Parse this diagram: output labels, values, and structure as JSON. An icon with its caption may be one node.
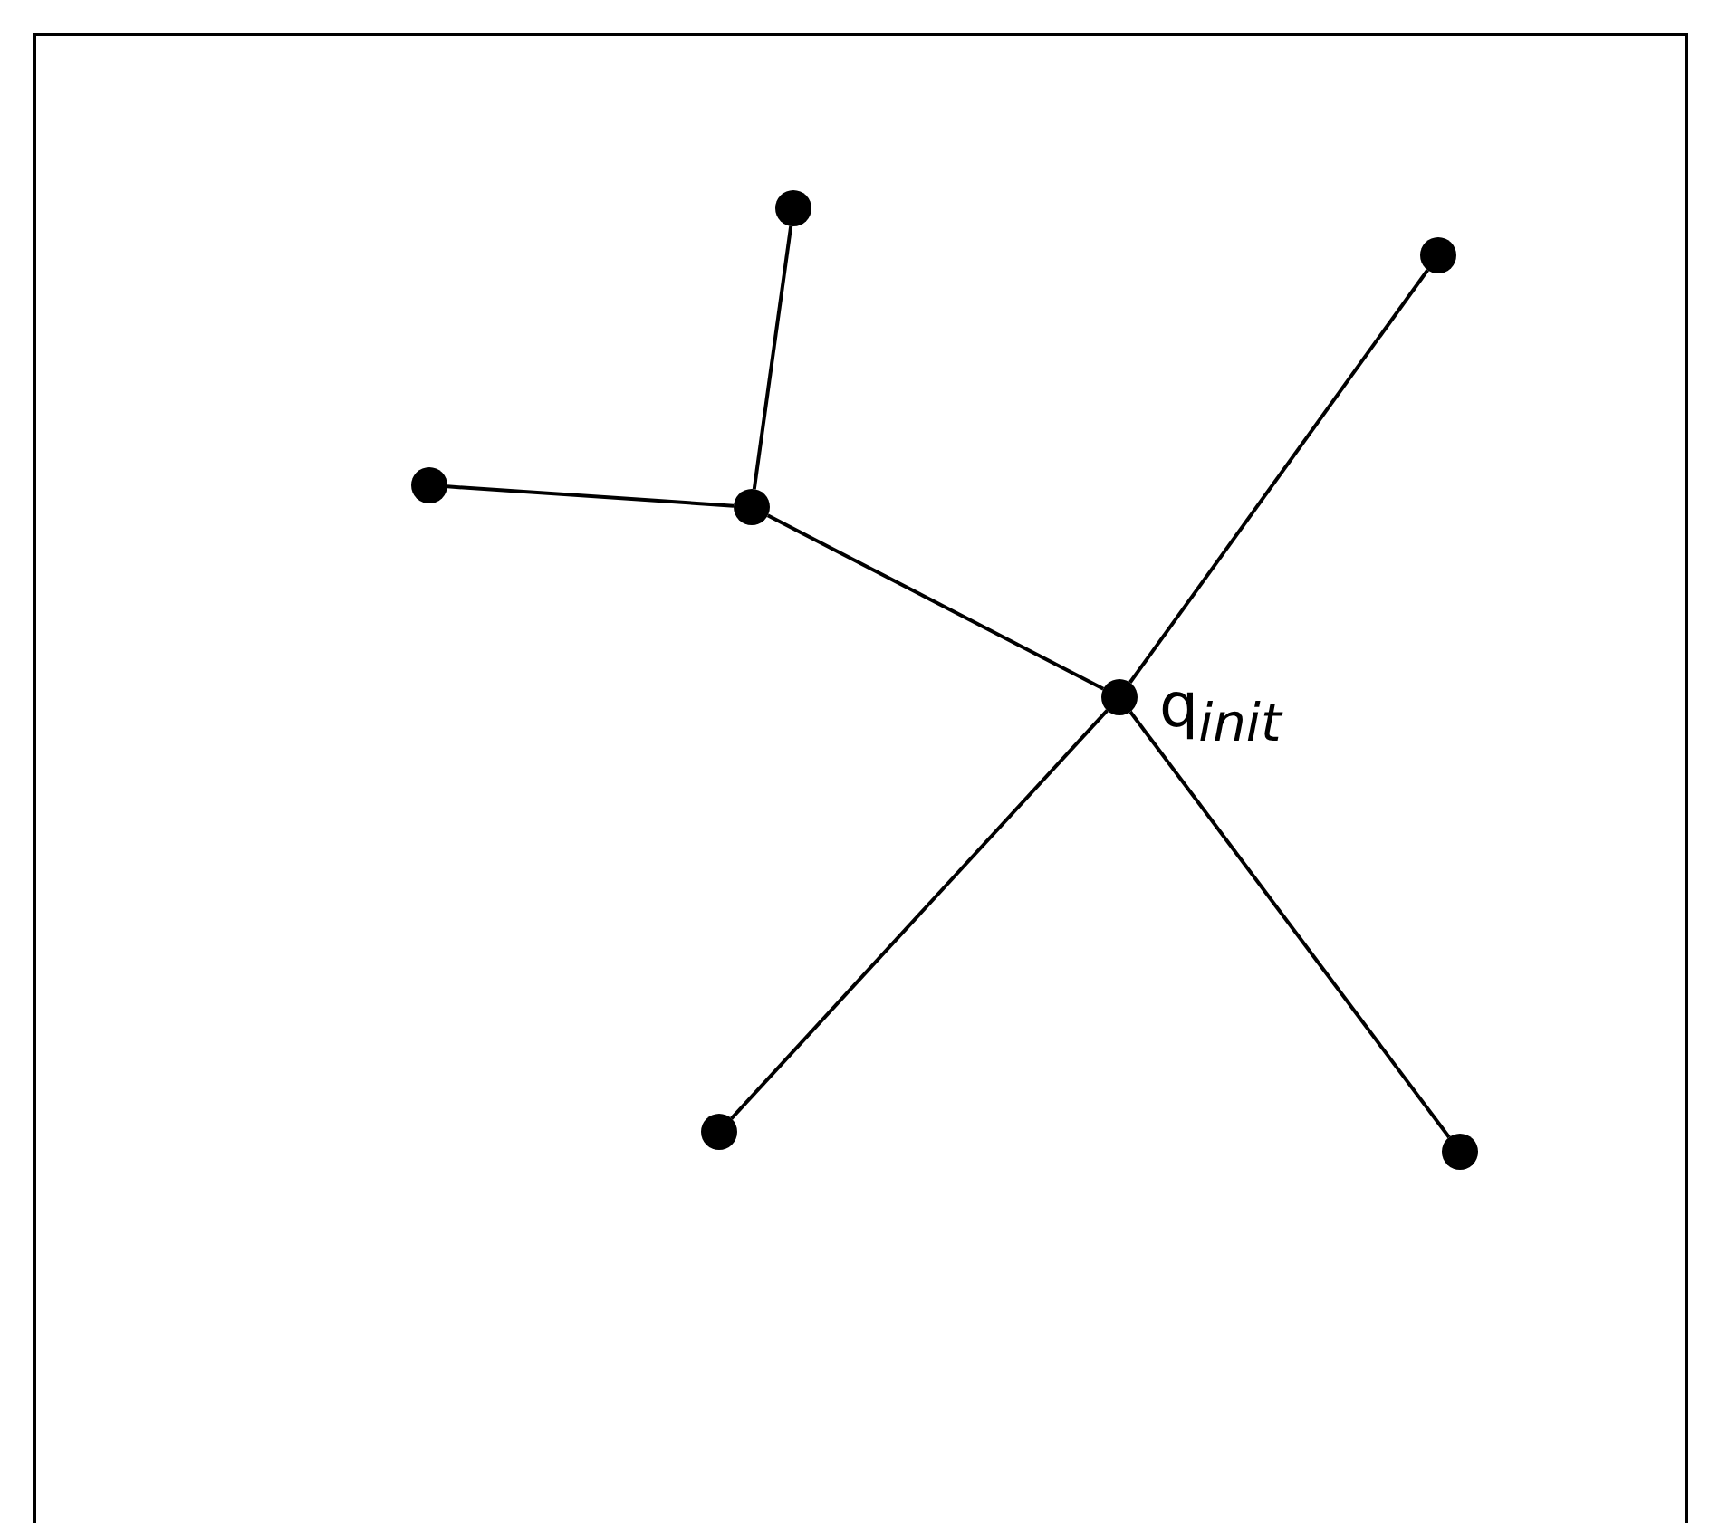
{
  "diagram": {
    "nodes": [
      {
        "text": [],
        "shape": "circle"
      },
      {
        "text": [],
        "shape": "circle"
      },
      {
        "text": [],
        "shape": "circle"
      },
      {
        "text": [],
        "shape": "circle"
      },
      {
        "text": [],
        "shape": "circle",
        "beside": [
          "q$_{init}$"
        ]
      },
      {
        "text": [],
        "shape": "circle"
      },
      {
        "text": [],
        "shape": "circle"
      }
    ],
    "edges": [
      {
        "from": 3,
        "to": 0,
        "arrow": "none"
      },
      {
        "from": 2,
        "to": 3,
        "arrow": "none"
      },
      {
        "from": 3,
        "to": 4,
        "arrow": "none"
      },
      {
        "from": 4,
        "to": 1,
        "arrow": "none"
      },
      {
        "from": 4,
        "to": 5,
        "arrow": "none"
      },
      {
        "from": 4,
        "to": 6,
        "arrow": "none"
      }
    ]
  }
}
